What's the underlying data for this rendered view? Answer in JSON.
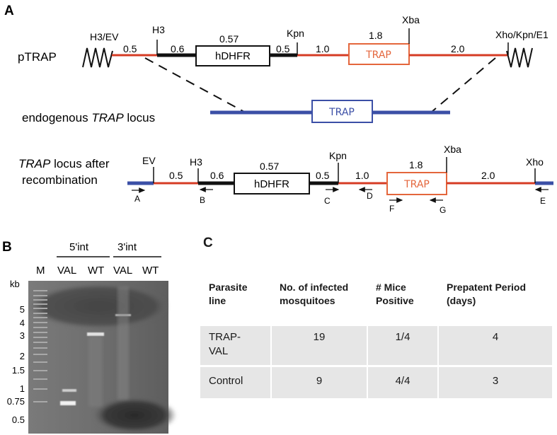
{
  "panel_a": {
    "label": "A",
    "ptrap": {
      "name": "pTRAP",
      "sites": [
        "H3/EV",
        "H3",
        "Kpn",
        "Xba",
        "Xho/Kpn/E1"
      ],
      "segments": [
        "0.5",
        "0.6",
        "0.57",
        "0.5",
        "1.0",
        "1.8",
        "2.0"
      ],
      "hdhfr": "hDHFR",
      "trap": "TRAP"
    },
    "endogenous": {
      "label_pre": "endogenous ",
      "label_em": "TRAP",
      "label_post": " locus",
      "trap": "TRAP"
    },
    "recombined": {
      "label_line1_em": "TRAP",
      "label_line1_post": " locus after",
      "label_line2": "recombination",
      "sites": [
        "EV",
        "H3",
        "Kpn",
        "Xba",
        "Xho"
      ],
      "segments": [
        "0.5",
        "0.6",
        "0.57",
        "0.5",
        "1.0",
        "1.8",
        "2.0"
      ],
      "hdhfr": "hDHFR",
      "trap": "TRAP",
      "primers": [
        "A",
        "B",
        "C",
        "D",
        "F",
        "G",
        "E"
      ]
    }
  },
  "panel_b": {
    "label": "B",
    "group_5int": "5'int",
    "group_3int": "3'int",
    "lanes": [
      "M",
      "VAL",
      "WT",
      "VAL",
      "WT"
    ],
    "kb_label": "kb",
    "ladder": [
      "5",
      "4",
      "3",
      "2",
      "1.5",
      "1",
      "0.75",
      "0.5"
    ]
  },
  "panel_c": {
    "label": "C",
    "headers": [
      "Parasite line",
      "No. of infected mosquitoes",
      "# Mice Positive",
      "Prepatent Period (days)"
    ],
    "rows": [
      {
        "line": "TRAP-VAL",
        "mosquitoes": "19",
        "mice": "1/4",
        "period": "4"
      },
      {
        "line": "Control",
        "mosquitoes": "9",
        "mice": "4/4",
        "period": "3"
      }
    ]
  },
  "colors": {
    "red_segment": "#d63b24",
    "black_segment": "#111111",
    "blue_locus": "#3b4fa6",
    "trap_box": "#e4663c",
    "trap_box_endogenous": "#3b4fa6"
  }
}
